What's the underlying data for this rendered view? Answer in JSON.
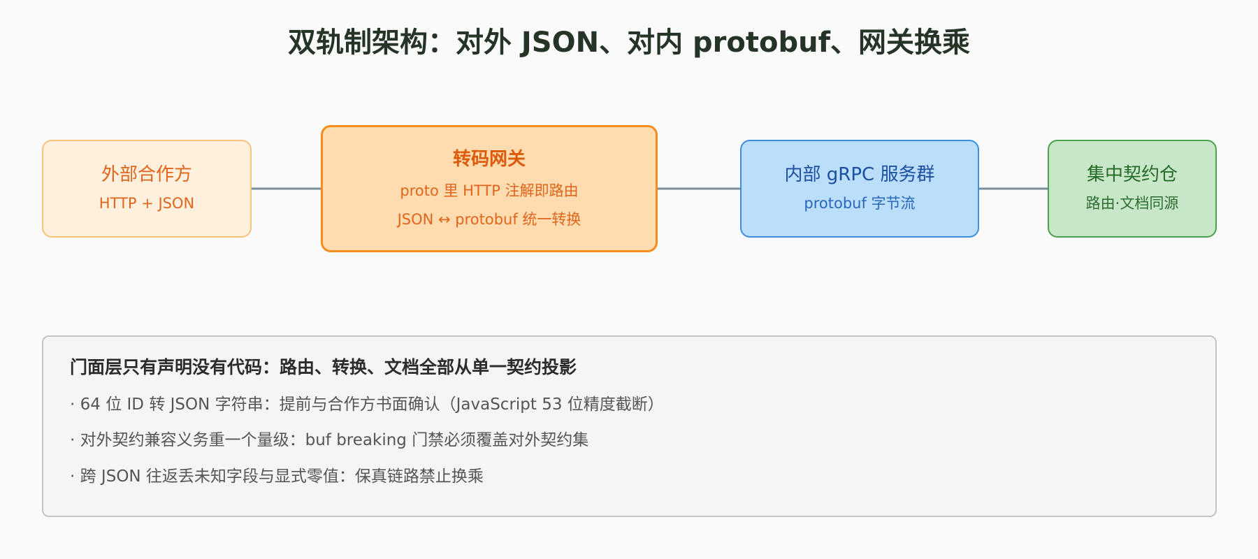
{
  "title": "双轨制架构：对外 JSON、对内 protobuf、网关换乘",
  "nodes": {
    "partner": {
      "title": "外部合作方",
      "sub": "HTTP + JSON"
    },
    "gateway": {
      "title": "转码网关",
      "sub1": "proto 里 HTTP 注解即路由",
      "sub2": "JSON ↔ protobuf 统一转换"
    },
    "grpc": {
      "title": "内部 gRPC 服务群",
      "sub": "protobuf 字节流"
    },
    "contract": {
      "title": "集中契约仓",
      "sub": "路由·文档同源"
    }
  },
  "note": {
    "heading": "门面层只有声明没有代码：路由、转换、文档全部从单一契约投影",
    "items": [
      "· 64 位 ID 转 JSON 字符串：提前与合作方书面确认（JavaScript 53 位精度截断）",
      "· 对外契约兼容义务重一个量级：buf breaking 门禁必须覆盖对外契约集",
      "· 跨 JSON 往返丢未知字段与显式零值：保真链路禁止换乘"
    ]
  },
  "colors": {
    "connector": "#7a8d9b",
    "partner_fill": "#fff0dd",
    "gateway_fill": "#ffdcb0",
    "grpc_fill": "#bbdefa",
    "contract_fill": "#c8e6c8"
  }
}
